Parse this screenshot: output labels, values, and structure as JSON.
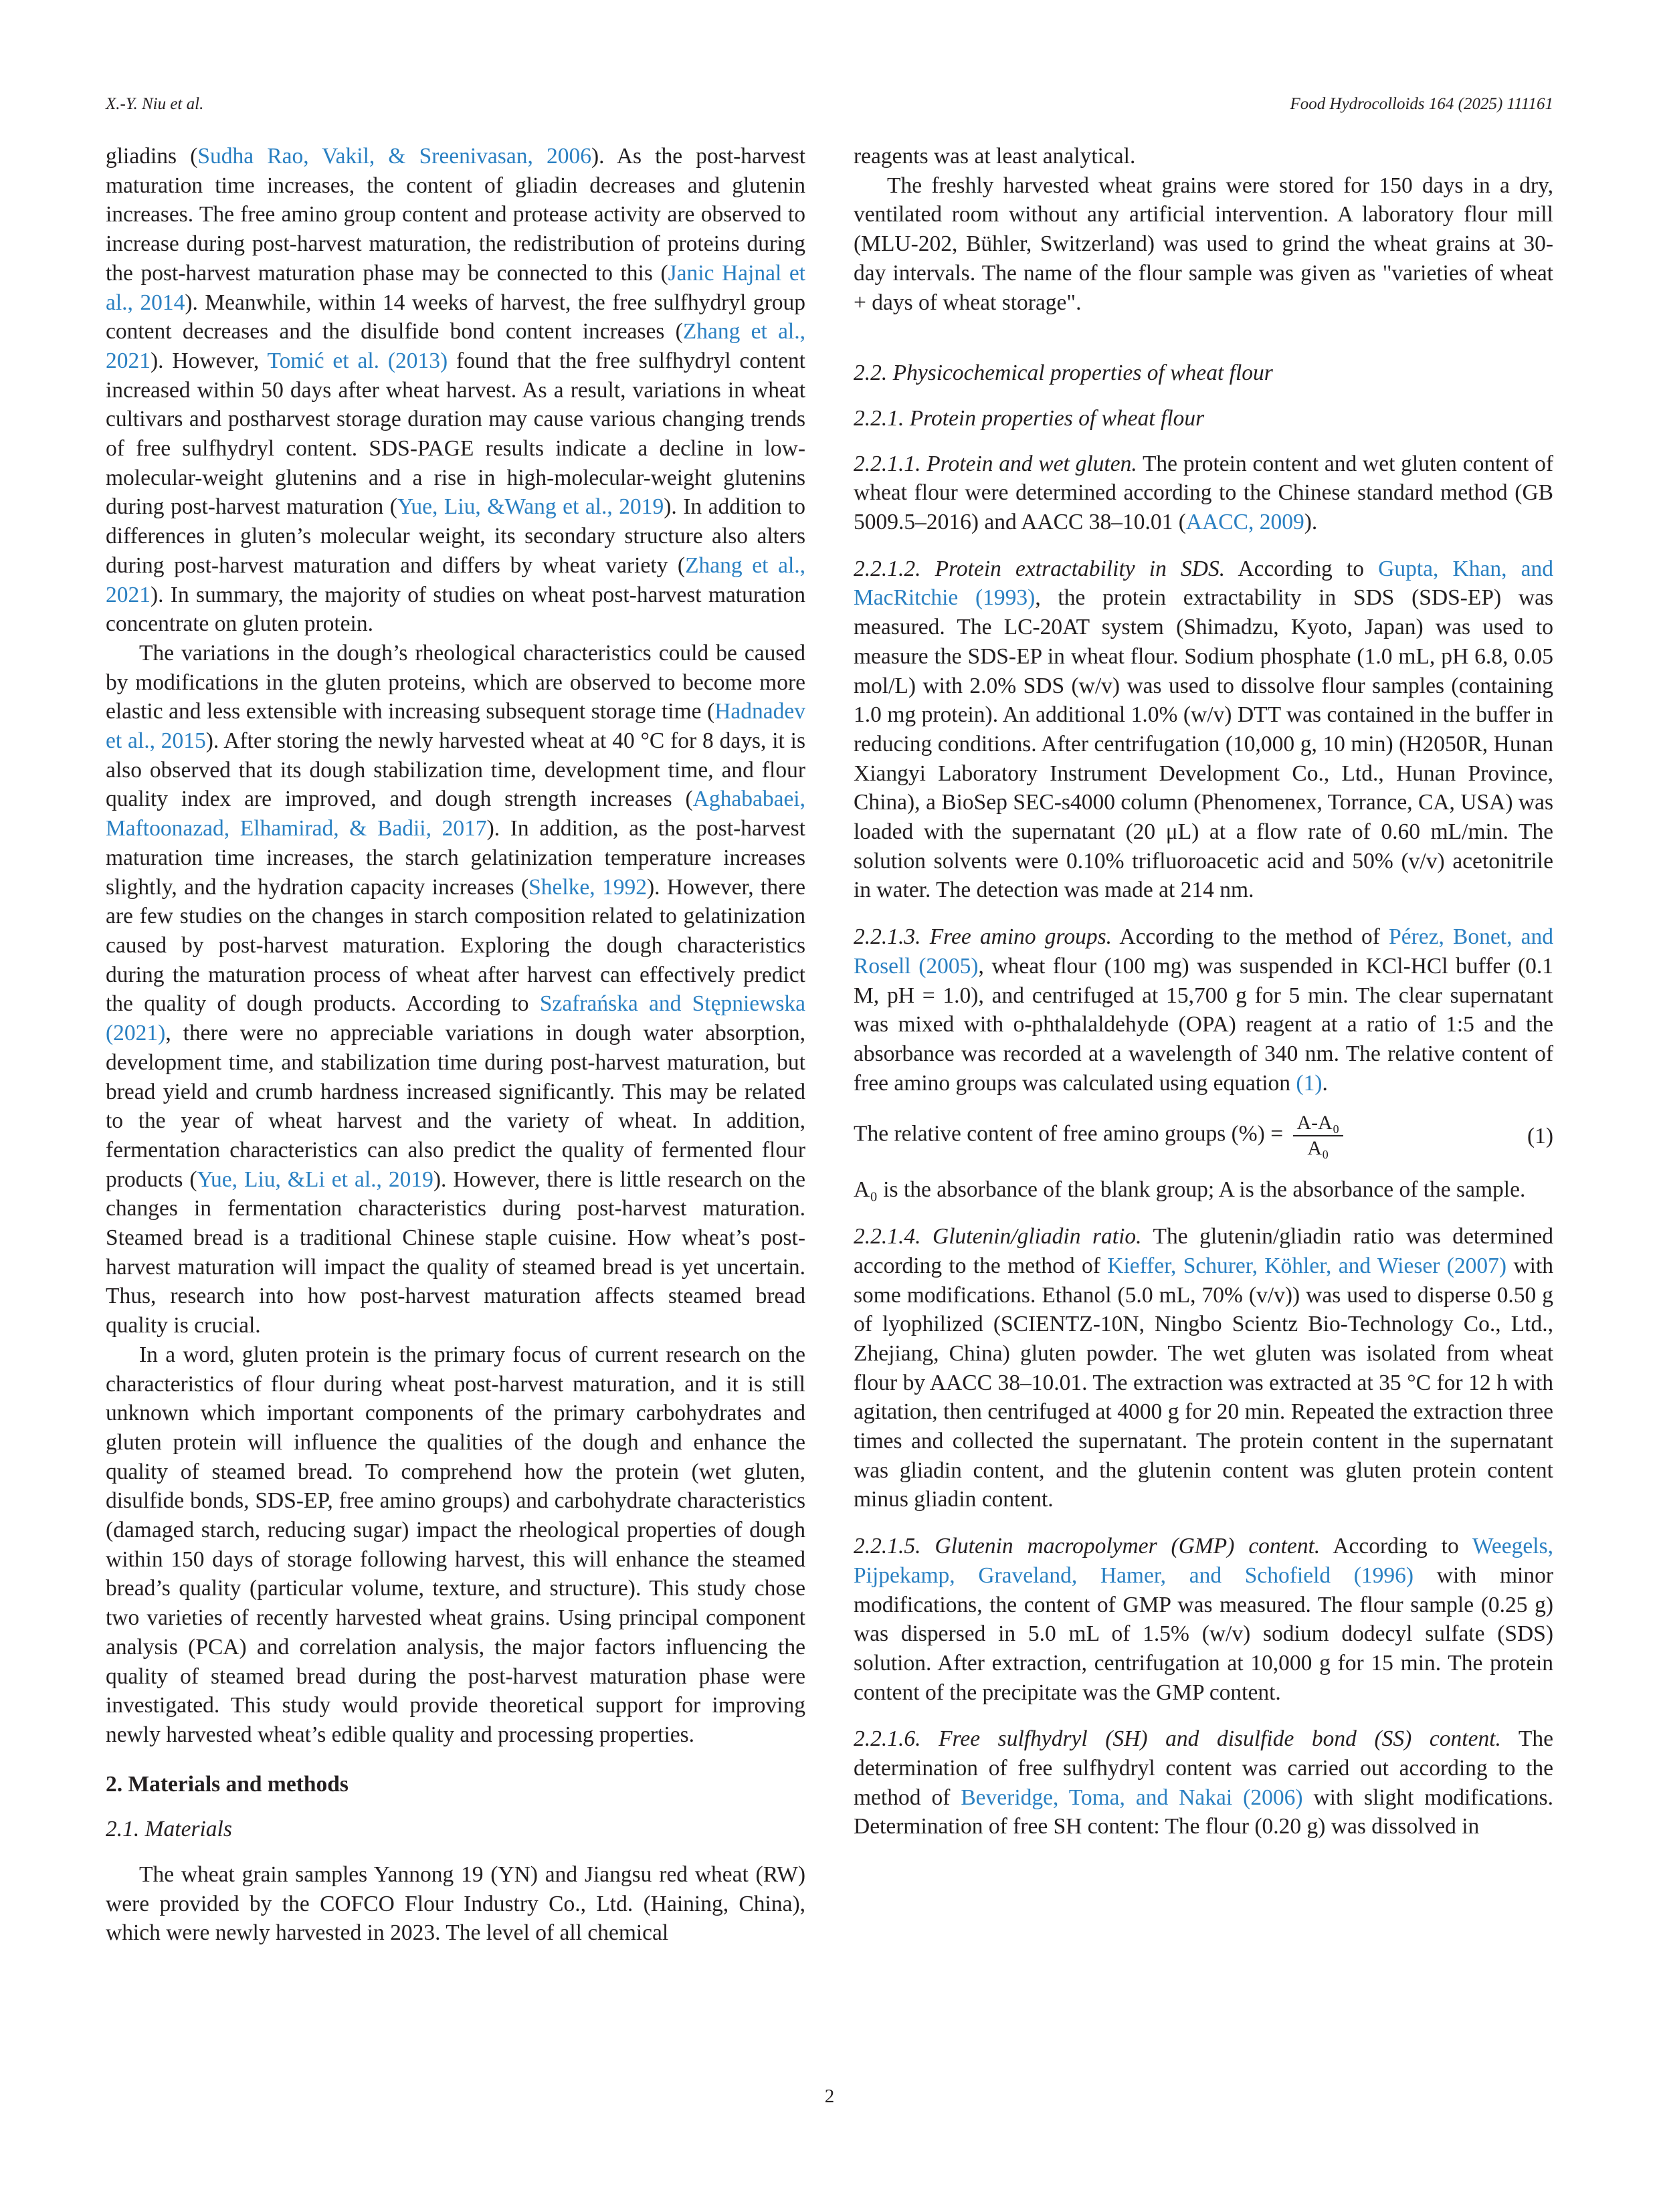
{
  "header": {
    "authors": "X.-Y. Niu et al.",
    "journal": "Food Hydrocolloids 164 (2025) 111161"
  },
  "left_column": {
    "p1": [
      {
        "t": "gliadins ("
      },
      {
        "l": "Sudha Rao, Vakil, & Sreenivasan, 2006"
      },
      {
        "t": "). As the post-harvest maturation time increases, the content of gliadin decreases and glutenin increases. The free amino group content and protease activity are observed to increase during post-harvest maturation, the redistribution of proteins during the post-harvest maturation phase may be connected to this ("
      },
      {
        "l": "Janic Hajnal et al., 2014"
      },
      {
        "t": "). Meanwhile, within 14 weeks of harvest, the free sulfhydryl group content decreases and the disulfide bond content increases ("
      },
      {
        "l": "Zhang et al., 2021"
      },
      {
        "t": "). However, "
      },
      {
        "l": "Tomić et al. (2013)"
      },
      {
        "t": " found that the free sulfhydryl content increased within 50 days after wheat harvest. As a result, variations in wheat cultivars and postharvest storage duration may cause various changing trends of free sulfhydryl content. SDS-PAGE results indicate a decline in low-molecular-weight glutenins and a rise in high-molecular-weight glutenins during post-harvest maturation ("
      },
      {
        "l": "Yue, Liu, &Wang et al., 2019"
      },
      {
        "t": "). In addition to differences in gluten’s molecular weight, its secondary structure also alters during post-harvest maturation and differs by wheat variety ("
      },
      {
        "l": "Zhang et al., 2021"
      },
      {
        "t": "). In summary, the majority of studies on wheat post-harvest maturation concentrate on gluten protein."
      }
    ],
    "p2": [
      {
        "t": "The variations in the dough’s rheological characteristics could be caused by modifications in the gluten proteins, which are observed to become more elastic and less extensible with increasing subsequent storage time ("
      },
      {
        "l": "Hadnadev et al., 2015"
      },
      {
        "t": "). After storing the newly harvested wheat at 40 °C for 8 days, it is also observed that its dough stabilization time, development time, and flour quality index are improved, and dough strength increases ("
      },
      {
        "l": "Aghababaei, Maftoonazad, Elhamirad, & Badii, 2017"
      },
      {
        "t": "). In addition, as the post-harvest maturation time increases, the starch gelatinization temperature increases slightly, and the hydration capacity increases ("
      },
      {
        "l": "Shelke, 1992"
      },
      {
        "t": "). However, there are few studies on the changes in starch composition related to gelatinization caused by post-harvest maturation. Exploring the dough characteristics during the maturation process of wheat after harvest can effectively predict the quality of dough products. According to "
      },
      {
        "l": "Szafrańska and Stępniewska (2021)"
      },
      {
        "t": ", there were no appreciable variations in dough water absorption, development time, and stabilization time during post-harvest maturation, but bread yield and crumb hardness increased significantly. This may be related to the year of wheat harvest and the variety of wheat. In addition, fermentation characteristics can also predict the quality of fermented flour products ("
      },
      {
        "l": "Yue, Liu, &Li et al., 2019"
      },
      {
        "t": "). However, there is little research on the changes in fermentation characteristics during post-harvest maturation. Steamed bread is a traditional Chinese staple cuisine. How wheat’s post-harvest maturation will impact the quality of steamed bread is yet uncertain. Thus, research into how post-harvest maturation affects steamed bread quality is crucial."
      }
    ],
    "p3": [
      {
        "t": "In a word, gluten protein is the primary focus of current research on the characteristics of flour during wheat post-harvest maturation, and it is still unknown which important components of the primary carbohydrates and gluten protein will influence the qualities of the dough and enhance the quality of steamed bread. To comprehend how the protein (wet gluten, disulfide bonds, SDS-EP, free amino groups) and carbohydrate characteristics (damaged starch, reducing sugar) impact the rheological properties of dough within 150 days of storage following harvest, this will enhance the steamed bread’s quality (particular volume, texture, and structure). This study chose two varieties of recently harvested wheat grains. Using principal component analysis (PCA) and correlation analysis, the major factors influencing the quality of steamed bread during the post-harvest maturation phase were investigated. This study would provide theoretical support for improving newly harvested wheat’s edible quality and processing properties."
      }
    ],
    "section2": "2.  Materials and methods",
    "section21": "2.1.  Materials",
    "p4": [
      {
        "t": "The wheat grain samples Yannong 19 (YN) and Jiangsu red wheat (RW) were provided by the COFCO Flour Industry Co., Ltd. (Haining, China), which were newly harvested in 2023. The level of all chemical"
      }
    ]
  },
  "right_column": {
    "p1": [
      {
        "t": "reagents was at least analytical."
      }
    ],
    "p2": [
      {
        "t": "The freshly harvested wheat grains were stored for 150 days in a dry, ventilated room without any artificial intervention. A laboratory flour mill (MLU-202, Bühler, Switzerland) was used to grind the wheat grains at 30-day intervals. The name of the flour sample was given as \"varieties of wheat + days of wheat storage\"."
      }
    ],
    "section22": "2.2.  Physicochemical properties of wheat flour",
    "section221": "2.2.1.  Protein properties of wheat flour",
    "p2211_head": "2.2.1.1.  Protein and wet gluten.",
    "p2211": [
      {
        "t": " The protein content and wet gluten content of wheat flour were determined according to the Chinese standard method (GB 5009.5–2016) and AACC 38–10.01 ("
      },
      {
        "l": "AACC, 2009"
      },
      {
        "t": ")."
      }
    ],
    "p2212_head": "2.2.1.2.  Protein extractability in SDS.",
    "p2212": [
      {
        "t": " According to "
      },
      {
        "l": "Gupta, Khan, and MacRitchie (1993)"
      },
      {
        "t": ", the protein extractability in SDS (SDS-EP) was measured. The LC-20AT system (Shimadzu, Kyoto, Japan) was used to measure the SDS-EP in wheat flour. Sodium phosphate (1.0 mL, pH 6.8, 0.05 mol/L) with 2.0% SDS (w/v) was used to dissolve flour samples (containing 1.0 mg protein). An additional 1.0% (w/v) DTT was contained in the buffer in reducing conditions. After centrifugation (10,000 g, 10 min) (H2050R, Hunan Xiangyi Laboratory Instrument Development Co., Ltd., Hunan Province, China), a BioSep SEC-s4000 column (Phenomenex, Torrance, CA, USA) was loaded with the supernatant (20 μL) at a flow rate of 0.60 mL/min. The solution solvents were 0.10% trifluoroacetic acid and 50% (v/v) acetonitrile in water. The detection was made at 214 nm."
      }
    ],
    "p2213_head": "2.2.1.3.  Free amino groups.",
    "p2213": [
      {
        "t": " According to the method of "
      },
      {
        "l": "Pérez, Bonet, and Rosell (2005)"
      },
      {
        "t": ", wheat flour (100 mg) was suspended in KCl-HCl buffer (0.1 M, pH = 1.0), and centrifuged at 15,700 g for 5 min. The clear supernatant was mixed with o-phthalaldehyde (OPA) reagent at a ratio of 1:5 and the absorbance was recorded at a wavelength of 340 nm. The relative content of free amino groups was calculated using equation "
      },
      {
        "l": "(1)"
      },
      {
        "t": "."
      }
    ],
    "equation": {
      "lhs": "The relative content of free amino groups (%) =",
      "numerator": "A-A₀",
      "denominator": "A₀",
      "number": "(1)"
    },
    "p_eq_note": [
      {
        "t": "A₀ is the absorbance of the blank group; A is the absorbance of the sample."
      }
    ],
    "p2214_head": "2.2.1.4.  Glutenin/gliadin ratio.",
    "p2214": [
      {
        "t": " The glutenin/gliadin ratio was determined according to the method of "
      },
      {
        "l": "Kieffer, Schurer, Köhler, and Wieser (2007)"
      },
      {
        "t": " with some modifications. Ethanol (5.0 mL, 70% (v/v)) was used to disperse 0.50 g of lyophilized (SCIENTZ-10N, Ningbo Scientz Bio-Technology Co., Ltd., Zhejiang, China) gluten powder. The wet gluten was isolated from wheat flour by AACC 38–10.01. The extraction was extracted at 35 °C for 12 h with agitation, then centrifuged at 4000 g for 20 min. Repeated the extraction three times and collected the supernatant. The protein content in the supernatant was gliadin content, and the glutenin content was gluten protein content minus gliadin content."
      }
    ],
    "p2215_head": "2.2.1.5.  Glutenin macropolymer (GMP) content.",
    "p2215": [
      {
        "t": " According to "
      },
      {
        "l": "Weegels, Pijpekamp, Graveland, Hamer, and Schofield (1996)"
      },
      {
        "t": " with minor modifications, the content of GMP was measured. The flour sample (0.25 g) was dispersed in 5.0 mL of 1.5% (w/v) sodium dodecyl sulfate (SDS) solution. After extraction, centrifugation at 10,000 g for 15 min. The protein content of the precipitate was the GMP content."
      }
    ],
    "p2216_head": "2.2.1.6.  Free sulfhydryl (SH) and disulfide bond (SS) content.",
    "p2216": [
      {
        "t": " The determination of free sulfhydryl content was carried out according to the method of "
      },
      {
        "l": "Beveridge, Toma, and Nakai (2006)"
      },
      {
        "t": " with slight modifications. Determination of free SH content: The flour (0.20 g) was dissolved in"
      }
    ]
  },
  "footer": {
    "page_number": "2"
  }
}
